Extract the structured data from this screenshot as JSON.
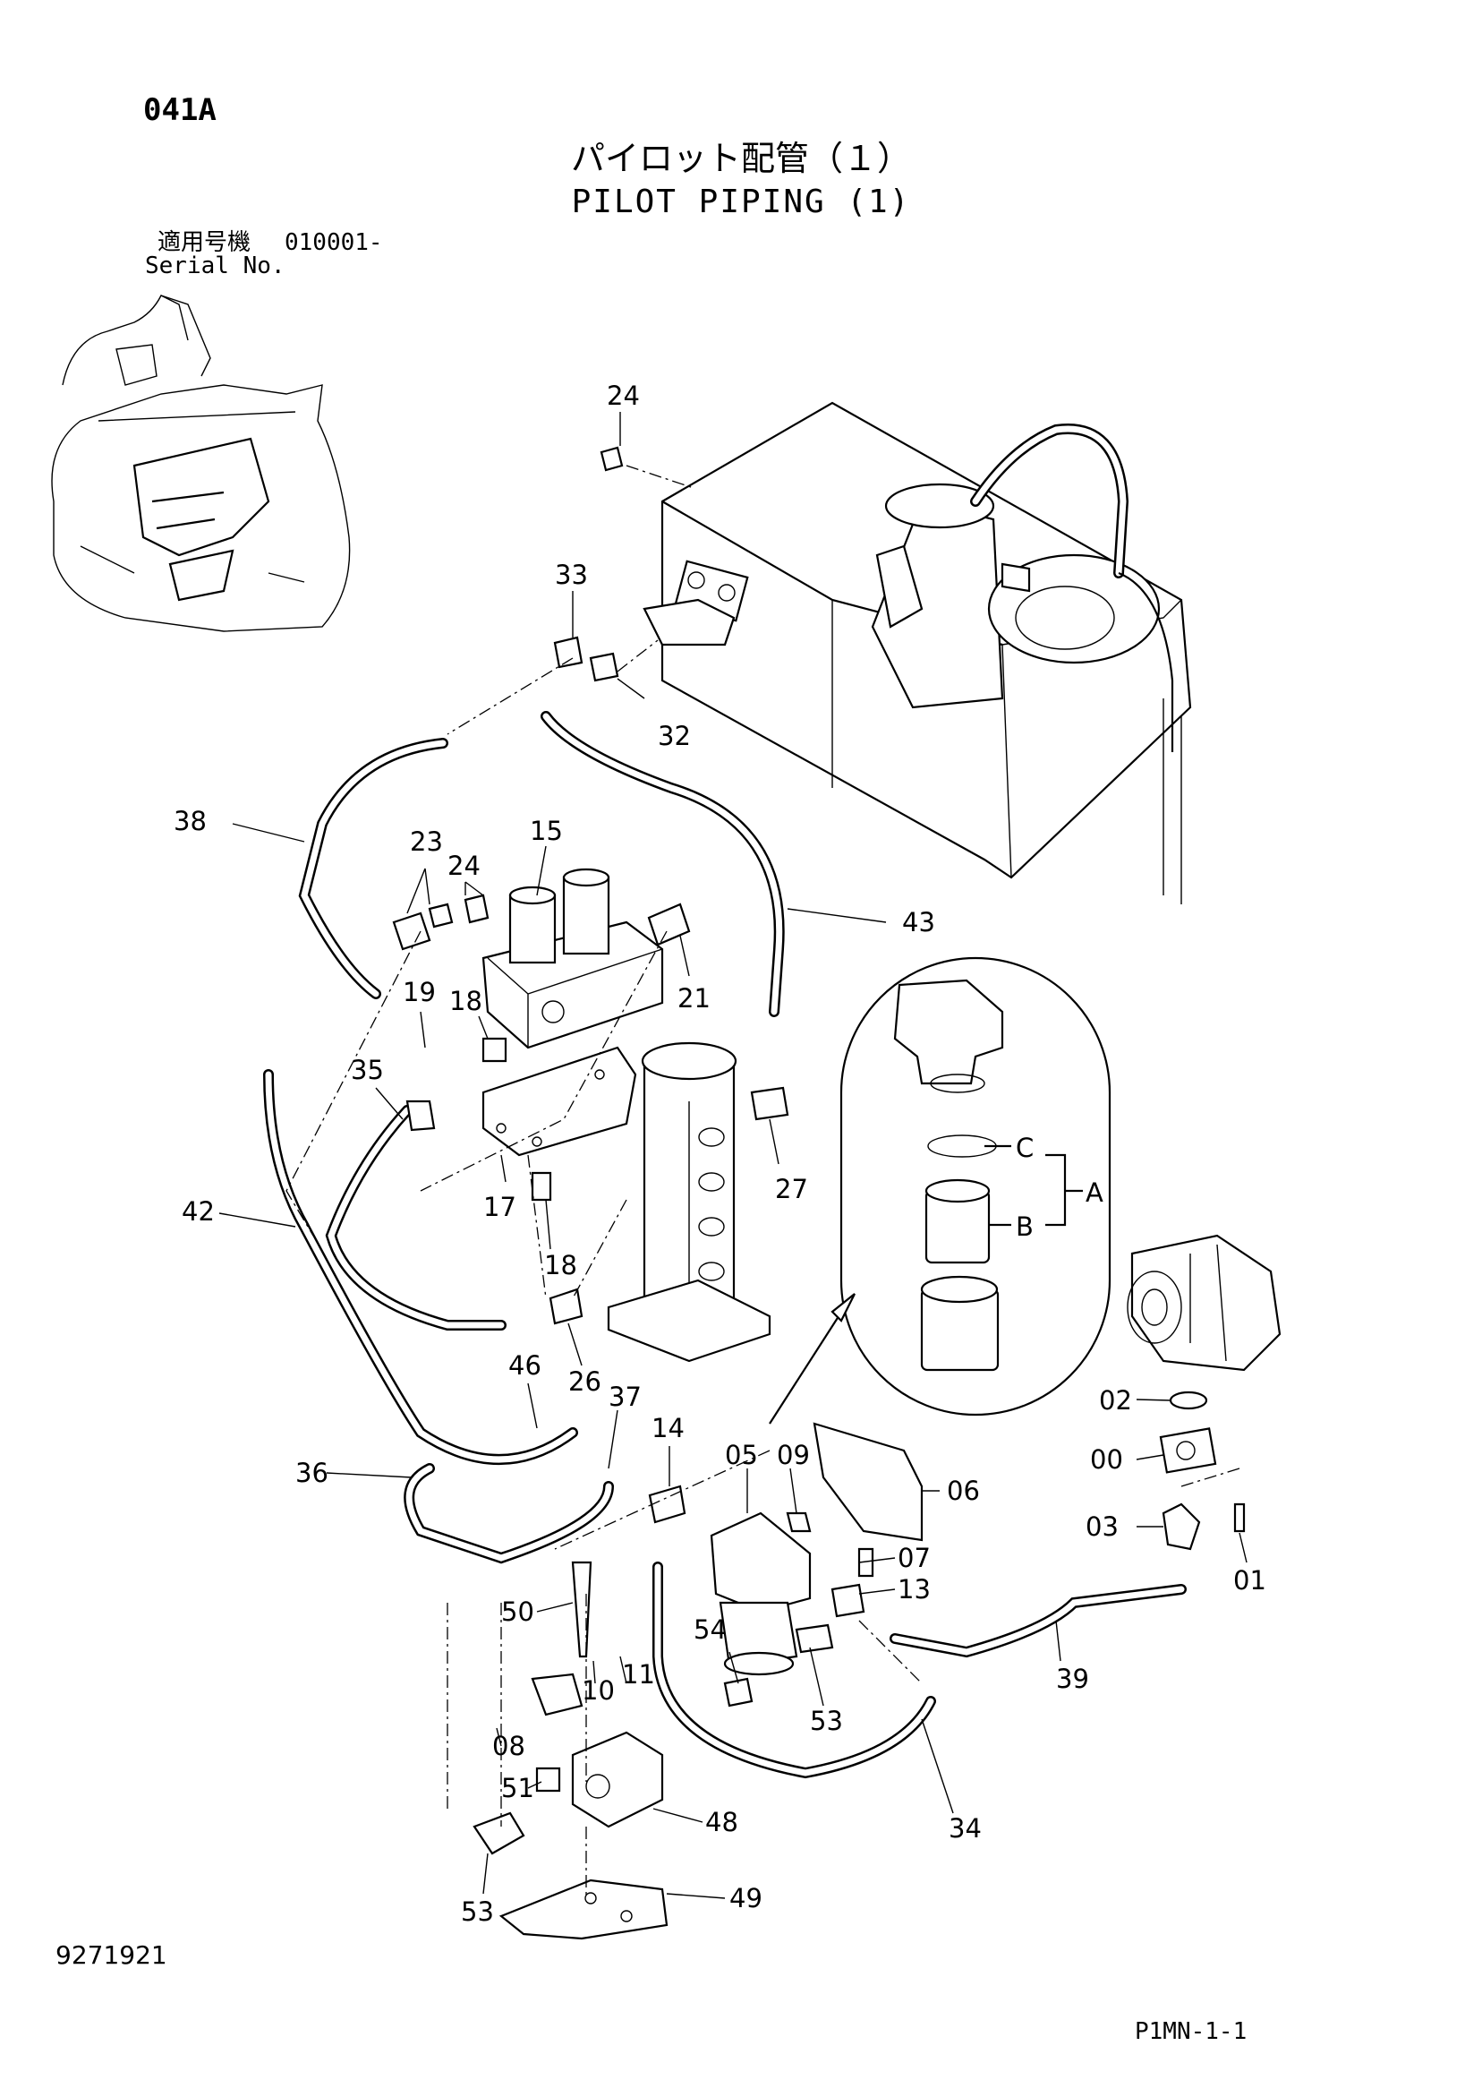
{
  "header": {
    "page_code": "041A",
    "title_jp": "パイロット配管（１）",
    "title_en": "PILOT PIPING (1)",
    "serial_label_jp": "適用号機",
    "serial_range": "010001-",
    "serial_label_en": "Serial No."
  },
  "footer": {
    "doc_number": "9271921",
    "page_ref": "P1MN-1-1"
  },
  "callouts": [
    {
      "id": "c-24-top",
      "label": "24"
    },
    {
      "id": "c-33",
      "label": "33"
    },
    {
      "id": "c-32",
      "label": "32"
    },
    {
      "id": "c-38",
      "label": "38"
    },
    {
      "id": "c-23",
      "label": "23"
    },
    {
      "id": "c-24-mid",
      "label": "24"
    },
    {
      "id": "c-15",
      "label": "15"
    },
    {
      "id": "c-43",
      "label": "43"
    },
    {
      "id": "c-21",
      "label": "21"
    },
    {
      "id": "c-19",
      "label": "19"
    },
    {
      "id": "c-18-a",
      "label": "18"
    },
    {
      "id": "c-35",
      "label": "35"
    },
    {
      "id": "c-27",
      "label": "27"
    },
    {
      "id": "c-42",
      "label": "42"
    },
    {
      "id": "c-17",
      "label": "17"
    },
    {
      "id": "c-18-b",
      "label": "18"
    },
    {
      "id": "c-26",
      "label": "26"
    },
    {
      "id": "c-46",
      "label": "46"
    },
    {
      "id": "c-37",
      "label": "37"
    },
    {
      "id": "c-14",
      "label": "14"
    },
    {
      "id": "c-05",
      "label": "05"
    },
    {
      "id": "c-09",
      "label": "09"
    },
    {
      "id": "c-06",
      "label": "06"
    },
    {
      "id": "c-36",
      "label": "36"
    },
    {
      "id": "c-07",
      "label": "07"
    },
    {
      "id": "c-13",
      "label": "13"
    },
    {
      "id": "c-50",
      "label": "50"
    },
    {
      "id": "c-54",
      "label": "54"
    },
    {
      "id": "c-10",
      "label": "10"
    },
    {
      "id": "c-11",
      "label": "11"
    },
    {
      "id": "c-53-a",
      "label": "53"
    },
    {
      "id": "c-08",
      "label": "08"
    },
    {
      "id": "c-51",
      "label": "51"
    },
    {
      "id": "c-48",
      "label": "48"
    },
    {
      "id": "c-34",
      "label": "34"
    },
    {
      "id": "c-39",
      "label": "39"
    },
    {
      "id": "c-53-b",
      "label": "53"
    },
    {
      "id": "c-49",
      "label": "49"
    },
    {
      "id": "c-C",
      "label": "C"
    },
    {
      "id": "c-A",
      "label": "A"
    },
    {
      "id": "c-B",
      "label": "B"
    },
    {
      "id": "c-02",
      "label": "02"
    },
    {
      "id": "c-00",
      "label": "00"
    },
    {
      "id": "c-03",
      "label": "03"
    },
    {
      "id": "c-01",
      "label": "01"
    }
  ]
}
